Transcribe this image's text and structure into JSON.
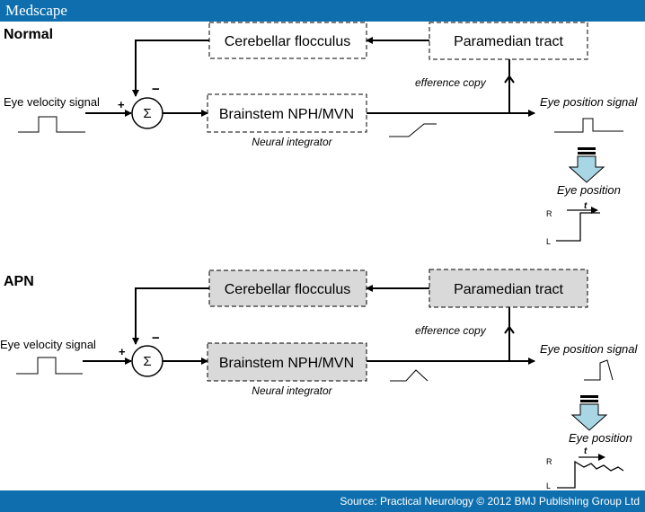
{
  "header": {
    "logo": "Medscape"
  },
  "footer": {
    "source": "Source: Practical Neurology © 2012 BMJ Publishing Group Ltd"
  },
  "colors": {
    "bar": "#0f6fae",
    "apn_box_fill": "#d9d9d9",
    "arrow_fill": "#a9d6e5"
  },
  "panels": {
    "normal": {
      "title": "Normal",
      "input": "Eye velocity signal",
      "plus": "+",
      "minus": "−",
      "sigma": "Σ",
      "cerebellar": "Cerebellar flocculus",
      "paramedian": "Paramedian tract",
      "efference": "efference copy",
      "brainstem": "Brainstem NPH/MVN",
      "integrator": "Neural integrator",
      "output": "Eye position signal",
      "eye_position": "Eye position",
      "r": "R",
      "l": "L",
      "t": "t"
    },
    "apn": {
      "title": "APN",
      "input": "Eye velocity signal",
      "plus": "+",
      "minus": "−",
      "sigma": "Σ",
      "cerebellar": "Cerebellar flocculus",
      "paramedian": "Paramedian tract",
      "efference": "efference copy",
      "brainstem": "Brainstem NPH/MVN",
      "integrator": "Neural integrator",
      "output": "Eye position signal",
      "eye_position": "Eye position",
      "r": "R",
      "l": "L",
      "t": "t"
    }
  }
}
